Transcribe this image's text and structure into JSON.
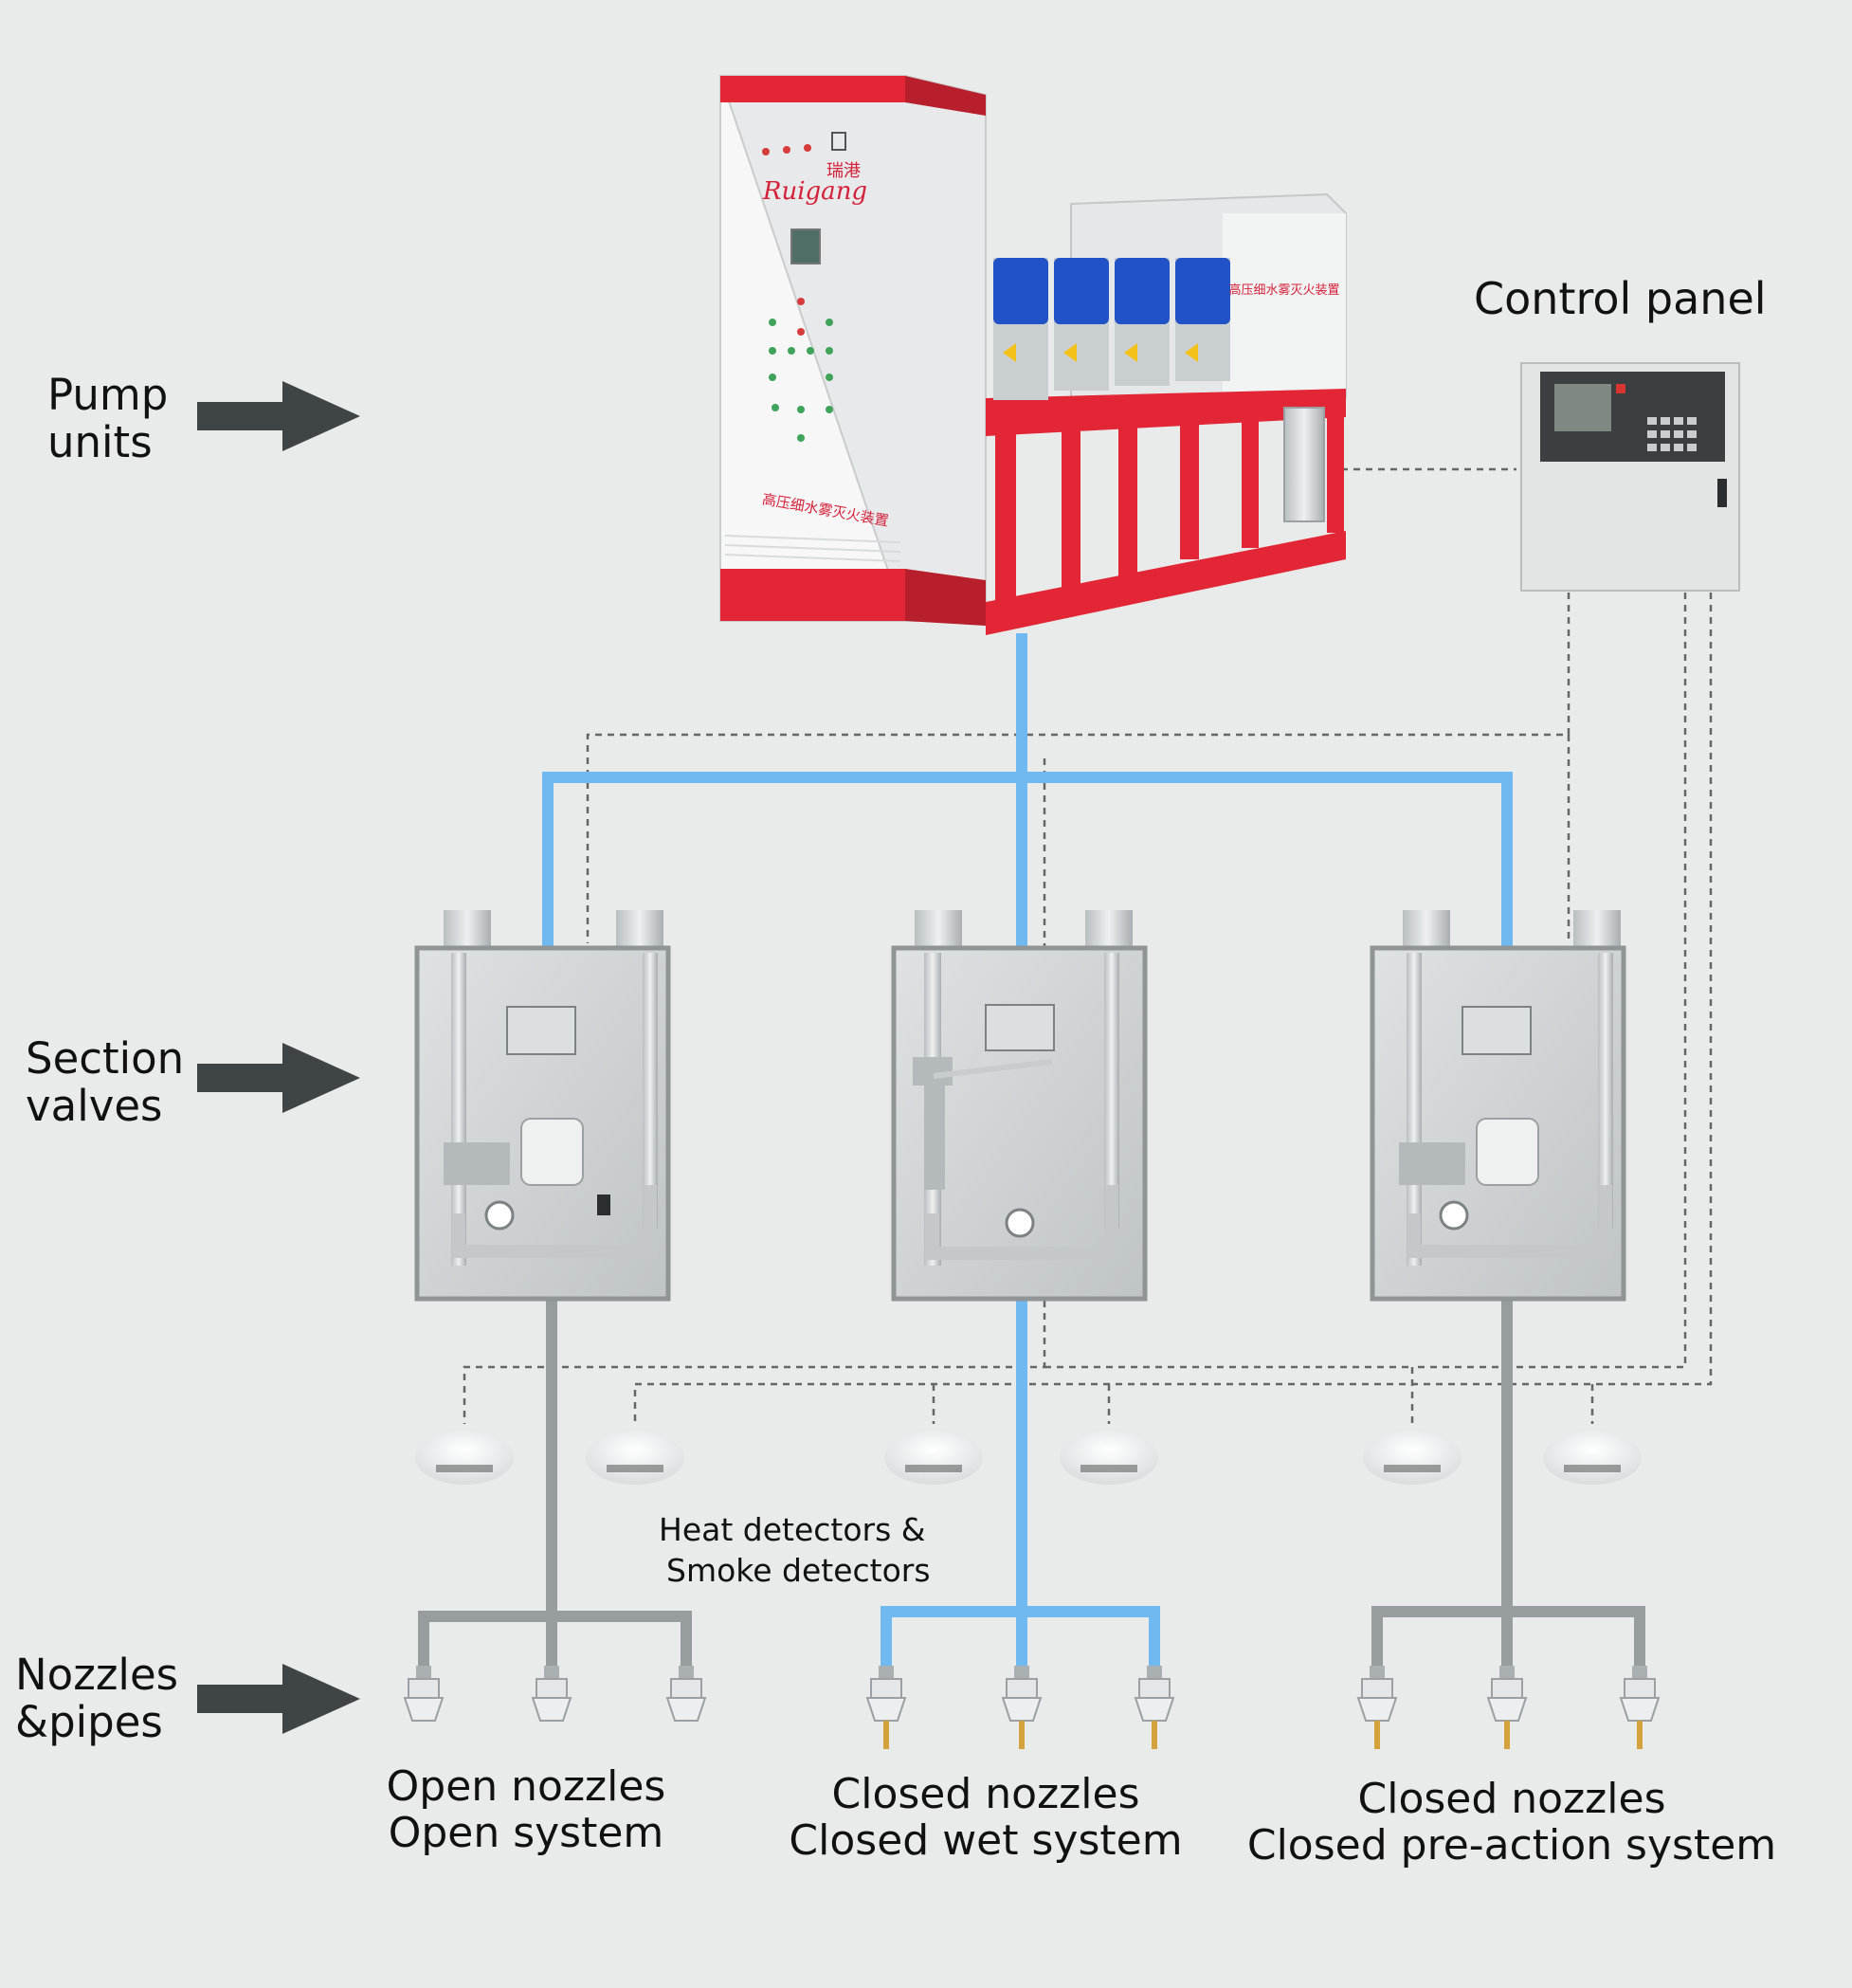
{
  "labels": {
    "pump_units": [
      "Pump",
      "units"
    ],
    "section_valves": [
      "Section",
      "valves"
    ],
    "nozzles_pipes": [
      "Nozzles",
      "&pipes"
    ],
    "control_panel": "Control panel",
    "detectors": [
      "Heat detectors &",
      "Smoke detectors"
    ]
  },
  "systems": [
    {
      "lines": [
        "Open nozzles",
        "Open  system"
      ]
    },
    {
      "lines": [
        "Closed nozzles",
        "Closed  wet  system"
      ]
    },
    {
      "lines": [
        "Closed nozzles",
        "Closed  pre-action  system"
      ]
    }
  ],
  "equipment_text": {
    "cabinet_logo": "Ruigang",
    "cabinet_logo_cn": "瑞港",
    "cabinet_text": "高压细水雾灭火装置",
    "tank_text": "高压细水雾灭火装置"
  },
  "colors": {
    "background": "#e9ebeb",
    "water_pipe": "#6fb8f0",
    "gray_pipe": "#979d9f",
    "signal_line": "#666666",
    "frame_red": "#e32636",
    "pump_blue": "#2152c8"
  }
}
